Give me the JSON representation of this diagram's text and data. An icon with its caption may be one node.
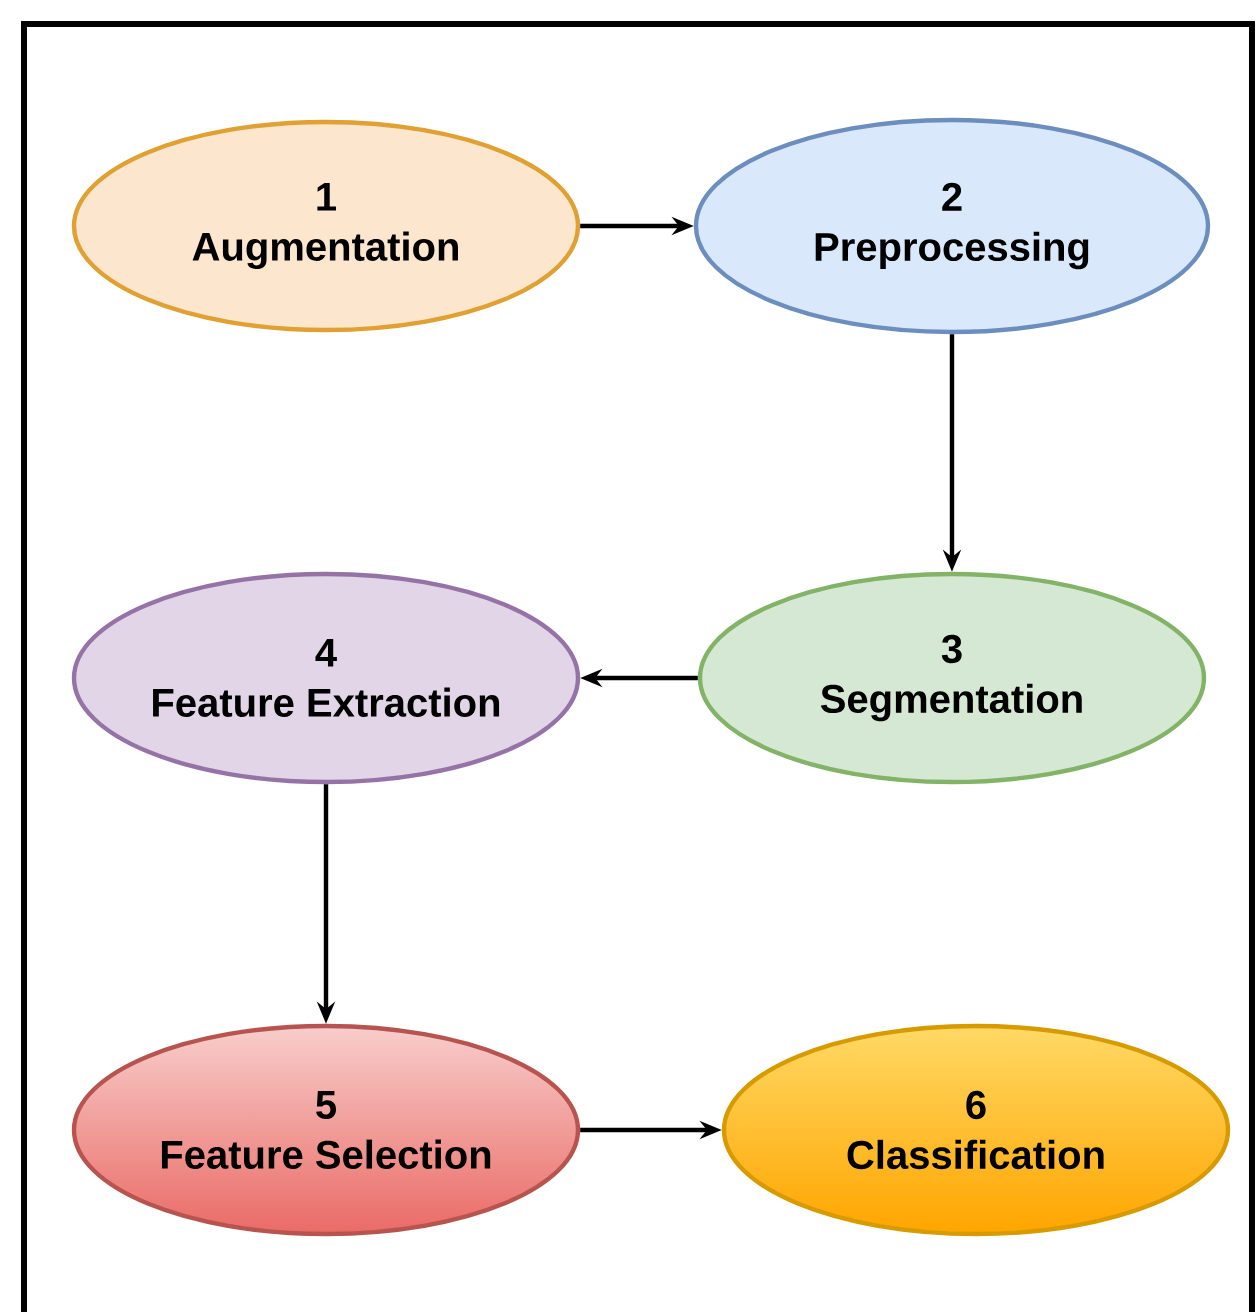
{
  "diagram": {
    "nodes": [
      {
        "text": [
          "1",
          "Augmentation"
        ]
      },
      {
        "text": [
          "2",
          "Preprocessing"
        ]
      },
      {
        "text": [
          "3",
          "Segmentation"
        ]
      },
      {
        "text": [
          "4",
          "Feature Extraction"
        ]
      },
      {
        "text": [
          "5",
          "Feature Selection"
        ]
      },
      {
        "text": [
          "6",
          "Classification"
        ]
      }
    ],
    "edges": [
      {
        "from": 0,
        "to": 1,
        "arrow": "to"
      },
      {
        "from": 1,
        "to": 2,
        "arrow": "to"
      },
      {
        "from": 2,
        "to": 3,
        "arrow": "to"
      },
      {
        "from": 3,
        "to": 4,
        "arrow": "to"
      },
      {
        "from": 4,
        "to": 5,
        "arrow": "to"
      }
    ]
  }
}
